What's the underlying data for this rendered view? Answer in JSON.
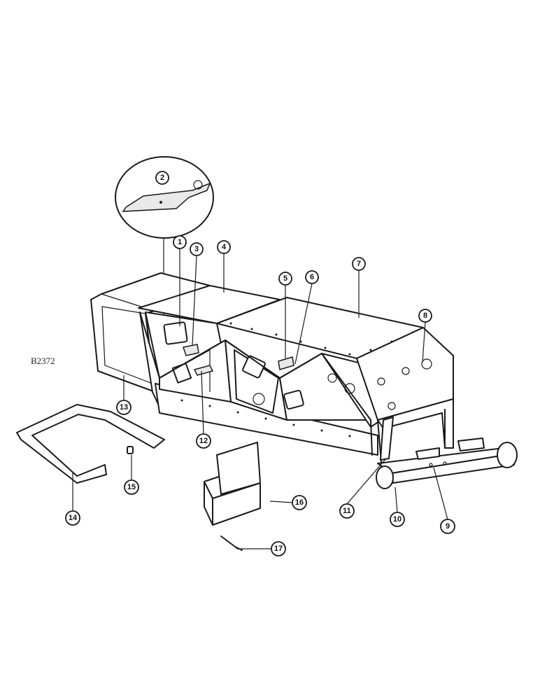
{
  "figure_id": "B2372",
  "callouts": [
    {
      "label": "1"
    },
    {
      "label": "2"
    },
    {
      "label": "3"
    },
    {
      "label": "4"
    },
    {
      "label": "5"
    },
    {
      "label": "6"
    },
    {
      "label": "7"
    },
    {
      "label": "8"
    },
    {
      "label": "9"
    },
    {
      "label": "10"
    },
    {
      "label": "11"
    },
    {
      "label": "12"
    },
    {
      "label": "13"
    },
    {
      "label": "14"
    },
    {
      "label": "15"
    },
    {
      "label": "16"
    },
    {
      "label": "17"
    }
  ],
  "colors": {
    "ink": "#1a1a1a",
    "paper": "#ffffff"
  }
}
